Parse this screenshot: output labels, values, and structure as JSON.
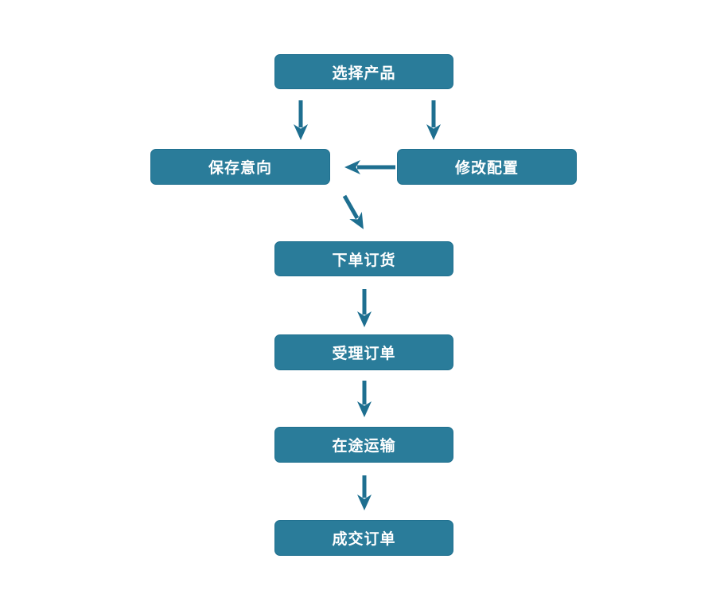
{
  "diagram": {
    "type": "flowchart",
    "colors": {
      "background": "#ffffff",
      "node_fill": "#2a7c9a",
      "node_border": "#20708f",
      "node_text": "#ffffff",
      "arrow": "#1e6f90"
    },
    "nodes": [
      {
        "id": "select-product",
        "label": "选择产品"
      },
      {
        "id": "save-intent",
        "label": "保存意向"
      },
      {
        "id": "modify-config",
        "label": "修改配置"
      },
      {
        "id": "place-order",
        "label": "下单订货"
      },
      {
        "id": "accept-order",
        "label": "受理订单"
      },
      {
        "id": "in-transit",
        "label": "在途运输"
      },
      {
        "id": "deal-order",
        "label": "成交订单"
      }
    ],
    "edges": [
      {
        "from": "选择产品",
        "to": "保存意向"
      },
      {
        "from": "选择产品",
        "to": "修改配置"
      },
      {
        "from": "修改配置",
        "to": "保存意向"
      },
      {
        "from": "保存意向",
        "to": "下单订货"
      },
      {
        "from": "下单订货",
        "to": "受理订单"
      },
      {
        "from": "受理订单",
        "to": "在途运输"
      },
      {
        "from": "在途运输",
        "to": "成交订单"
      }
    ]
  }
}
